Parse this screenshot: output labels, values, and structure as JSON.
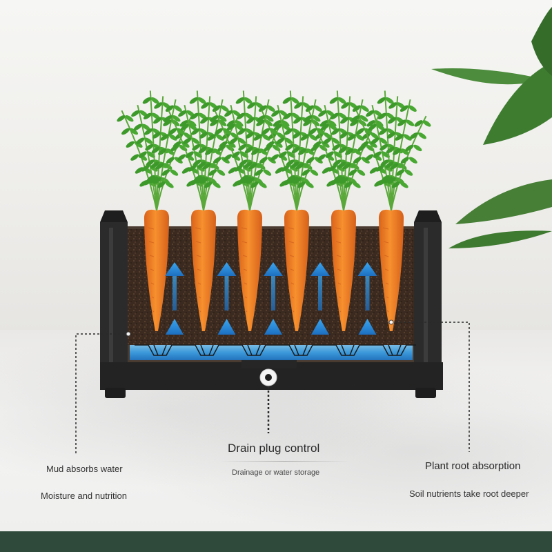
{
  "callouts": {
    "left_line1": "Mud absorbs water",
    "left_line2": "Moisture and nutrition",
    "center_title": "Drain plug control",
    "center_subtitle": "Drainage or water storage",
    "right_title": "Plant root absorption",
    "right_subtitle": "Soil nutrients take root deeper"
  },
  "colors": {
    "planter_brown": "#4a3b30",
    "planter_dark": "#2b2b2b",
    "carrot_orange": "#ef7a22",
    "leaf_green": "#3d9a2a",
    "water_blue": "#3aa0e8",
    "arrow_blue": "#2f8fe0",
    "band_green": "#2f4a3a"
  },
  "icons": [
    "up-arrow-icon",
    "drain-plug-icon",
    "carrot-icon",
    "leaf-icon"
  ]
}
